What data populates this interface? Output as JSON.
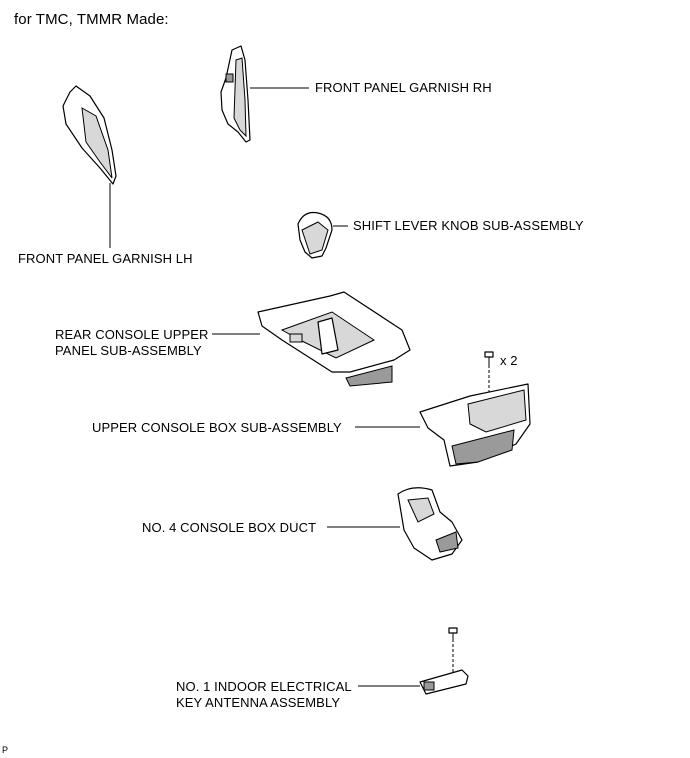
{
  "header": {
    "title": "for TMC, TMMR Made:"
  },
  "parts": {
    "front_panel_garnish_rh": "FRONT PANEL GARNISH RH",
    "front_panel_garnish_lh": "FRONT PANEL GARNISH LH",
    "shift_lever_knob": "SHIFT LEVER KNOB SUB-ASSEMBLY",
    "rear_console_upper_line1": "REAR CONSOLE UPPER",
    "rear_console_upper_line2": "PANEL SUB-ASSEMBLY",
    "upper_console_box": "UPPER CONSOLE BOX SUB-ASSEMBLY",
    "console_box_duct": "NO. 4 CONSOLE BOX DUCT",
    "antenna_line1": "NO. 1 INDOOR ELECTRICAL",
    "antenna_line2": "KEY ANTENNA ASSEMBLY"
  },
  "screw_qty": "x 2",
  "footer_code": "P"
}
